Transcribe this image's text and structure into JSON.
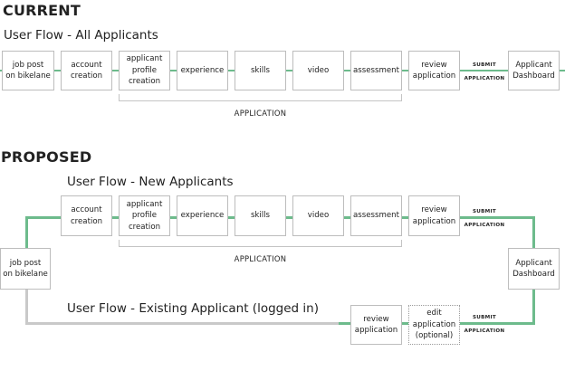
{
  "current": {
    "heading": "CURRENT",
    "flow_title": "User Flow - All Applicants",
    "steps": {
      "job_post": "job post\non bikelane",
      "account": "account\ncreation",
      "profile": "applicant\nprofile\ncreation",
      "experience": "experience",
      "skills": "skills",
      "video": "video",
      "assessment": "assessment",
      "review": "review\napplication",
      "dashboard": "Applicant\nDashboard"
    },
    "application_label": "APPLICATION",
    "submit_label": "SUBMIT",
    "submit_sub": "APPLICATION"
  },
  "proposed": {
    "heading": "PROPOSED",
    "new_flow_title": "User Flow - New Applicants",
    "existing_flow_title": "User Flow - Existing Applicant (logged in)",
    "steps": {
      "job_post": "job post\non bikelane",
      "account": "account\ncreation",
      "profile": "applicant\nprofile\ncreation",
      "experience": "experience",
      "skills": "skills",
      "video": "video",
      "assessment": "assessment",
      "review": "review\napplication",
      "dashboard": "Applicant\nDashboard",
      "review_existing": "review\napplication",
      "edit": "edit\napplication\n(optional)"
    },
    "application_label": "APPLICATION",
    "submit_label": "SUBMIT",
    "submit_sub": "APPLICATION",
    "submit_label_2": "SUBMIT",
    "submit_sub_2": "APPLICATION"
  },
  "colors": {
    "connector": "#6dbb8c",
    "existing_path": "#c9c9c9",
    "box_border": "#bdbdbd"
  }
}
